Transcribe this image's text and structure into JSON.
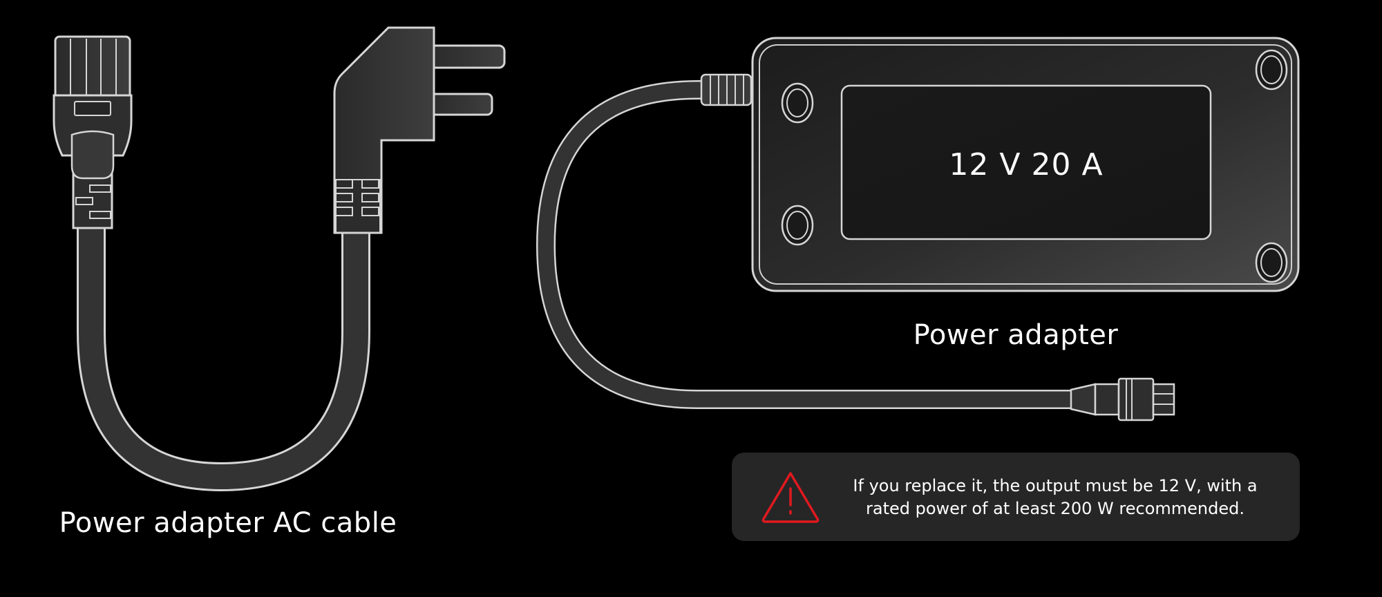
{
  "labels": {
    "cable_caption": "Power adapter AC cable",
    "adapter_caption": "Power adapter",
    "adapter_rating": "12 V 20 A"
  },
  "warning": {
    "text": "If you replace it, the output must be 12 V, with a rated power of at least 200 W recommended.",
    "icon": "warning-triangle-icon",
    "icon_color": "#e0191f"
  },
  "colors": {
    "background": "#000000",
    "outline": "#d6d6d6",
    "body_fill": "#2a2a2a",
    "panel": "#262626"
  }
}
